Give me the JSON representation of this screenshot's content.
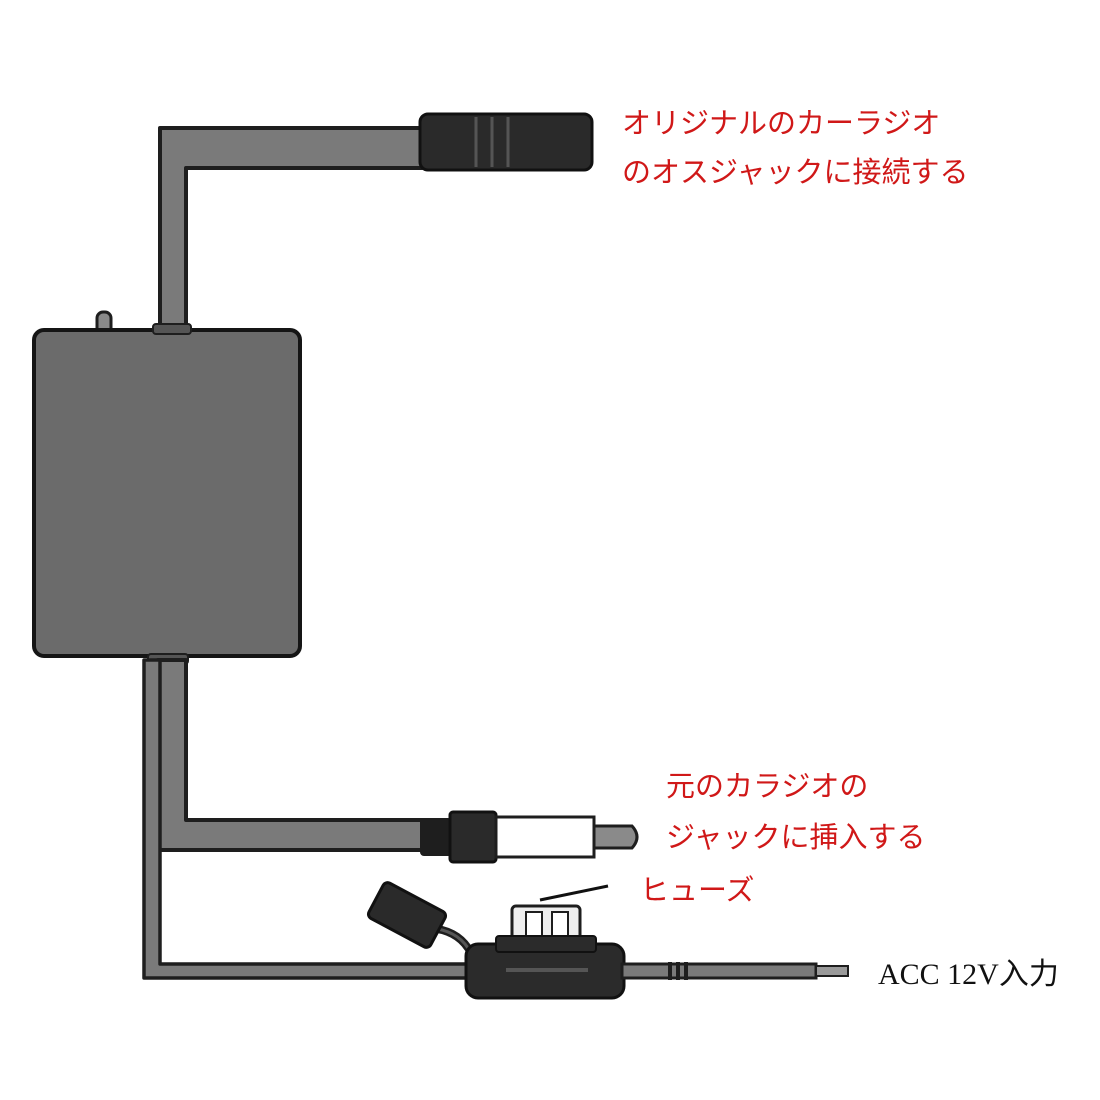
{
  "labels": {
    "female_jack_line1": "オリジナルのカーラジオ",
    "female_jack_line2": "のオスジャックに接続する",
    "male_plug_line1": "元のカラジオの",
    "male_plug_line2": "ジャックに挿入する",
    "fuse": "ヒューズ",
    "acc_input": "ACC 12V入力"
  },
  "colors": {
    "label_text": "#d01818",
    "acc_text": "#111111",
    "device_body": "#6b6b6b",
    "cable_fill": "#7a7a7a",
    "outline": "#1e1e1e"
  }
}
